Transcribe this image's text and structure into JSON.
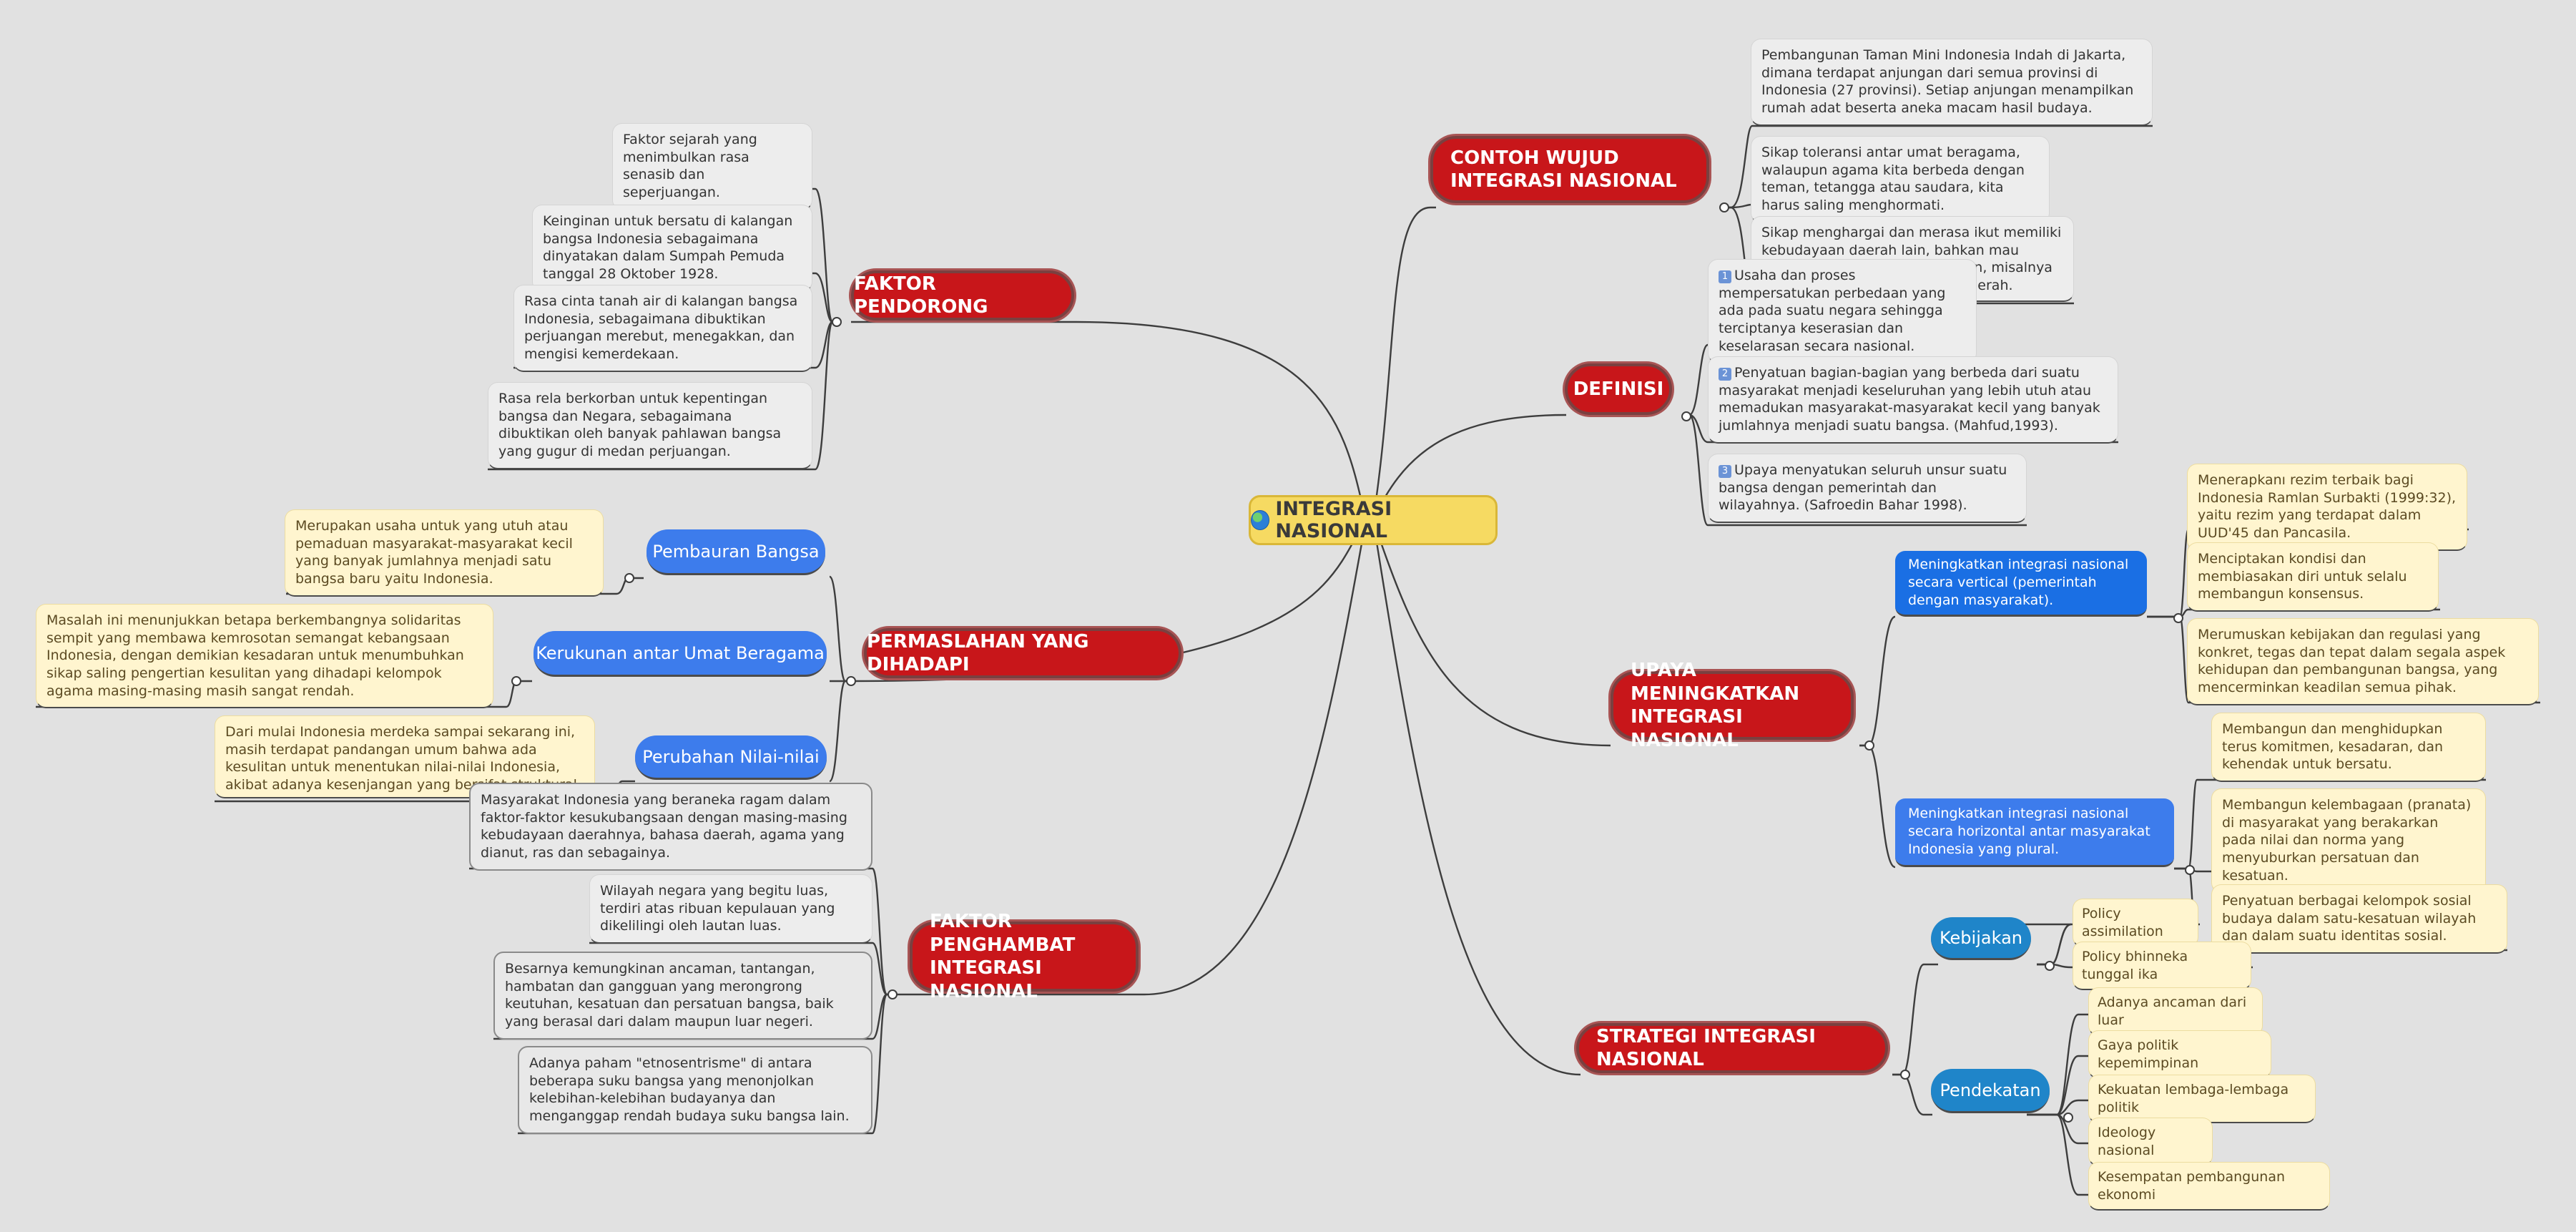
{
  "central": {
    "title": "INTEGRASI NASIONAL",
    "icon": "globe-icon"
  },
  "colors": {
    "background": "#e1e1e1",
    "central": "#f6da62",
    "main_topic": "#c8161a",
    "subtopic": "#3d7cec",
    "note": "#fff5cf"
  },
  "contoh": {
    "title": "CONTOH WUJUD INTEGRASI NASIONAL",
    "items": [
      "Pembangunan Taman Mini Indonesia Indah di Jakarta, dimana terdapat anjungan dari semua provinsi di Indonesia (27 provinsi). Setiap anjungan menampilkan rumah adat beserta aneka macam hasil budaya.",
      "Sikap toleransi antar umat beragama, walaupun agama kita berbeda dengan teman, tetangga atau saudara, kita harus saling menghormati.",
      "Sikap menghargai dan merasa ikut memiliki kebudayaan daerah lain, bahkan mau mempelajari budaya daerah lain, misalnya lagu-lagu daerah atau tarian daerah."
    ]
  },
  "definisi": {
    "title": "DEFINISI",
    "items": [
      {
        "num": "1",
        "text": "Usaha dan proses mempersatukan perbedaan yang ada pada suatu negara sehingga terciptanya keserasian dan keselarasan secara nasional."
      },
      {
        "num": "2",
        "text": "Penyatuan bagian-bagian yang berbeda dari suatu masyarakat menjadi keseluruhan yang lebih utuh atau memadukan masyarakat-masyarakat kecil yang banyak jumlahnya menjadi suatu bangsa. (Mahfud,1993)."
      },
      {
        "num": "3",
        "text": "Upaya menyatukan seluruh unsur suatu bangsa dengan pemerintah dan wilayahnya. (Safroedin Bahar 1998)."
      }
    ]
  },
  "upaya": {
    "title": "UPAYA MENINGKATKAN INTEGRASI NASIONAL",
    "vertical": {
      "label": "Meningkatkan integrasi nasional secara vertical (pemerintah dengan masyarakat).",
      "items": [
        "Menerapkanı rezim terbaik bagi Indonesia Ramlan Surbakti (1999:32), yaitu rezim yang terdapat dalam UUD'45 dan Pancasila.",
        "Menciptakan kondisi dan membiasakan diri untuk selalu membangun konsensus.",
        "Merumuskan kebijakan dan regulasi yang konkret, tegas dan tepat dalam segala aspek kehidupan dan pembangunan bangsa, yang mencerminkan keadilan semua pihak."
      ]
    },
    "horizontal": {
      "label": "Meningkatkan integrasi nasional secara horizontal antar masyarakat Indonesia yang plural.",
      "items": [
        "Membangun dan menghidupkan terus komitmen, kesadaran, dan kehendak untuk bersatu.",
        "Membangun kelembagaan (pranata) di masyarakat yang berakarkan pada nilai dan norma yang menyuburkan persatuan dan kesatuan.",
        "Penyatuan berbagai kelompok sosial budaya dalam satu-kesatuan wilayah dan dalam suatu identitas sosial."
      ]
    }
  },
  "strategi": {
    "title": "STRATEGI INTEGRASI NASIONAL",
    "kebijakan": {
      "label": "Kebijakan",
      "items": [
        "Policy assimilation",
        "Policy bhinneka tunggal ika"
      ]
    },
    "pendekatan": {
      "label": "Pendekatan",
      "items": [
        "Adanya ancaman dari luar",
        "Gaya politik kepemimpinan",
        "Kekuatan lembaga-lembaga politik",
        "Ideology nasional",
        "Kesempatan pembangunan ekonomi"
      ]
    }
  },
  "faktor_pendorong": {
    "title": "FAKTOR PENDORONG",
    "items": [
      "Faktor sejarah yang menimbulkan rasa senasib dan seperjuangan.",
      "Keinginan untuk bersatu di kalangan bangsa Indonesia sebagaimana dinyatakan dalam Sumpah Pemuda tanggal 28 Oktober 1928.",
      "Rasa cinta tanah air di kalangan bangsa Indonesia, sebagaimana dibuktikan perjuangan merebut, menegakkan, dan mengisi kemerdekaan.",
      "Rasa rela berkorban untuk kepentingan bangsa dan Negara, sebagaimana dibuktikan oleh banyak pahlawan bangsa yang gugur di medan perjuangan."
    ]
  },
  "permasalahan": {
    "title": "PERMASLAHAN YANG DIHADAPI",
    "subs": [
      {
        "label": "Pembauran Bangsa",
        "note": "Merupakan usaha untuk yang utuh atau pemaduan masyarakat-masyarakat kecil yang banyak jumlahnya menjadi satu bangsa baru yaitu Indonesia."
      },
      {
        "label": "Kerukunan antar Umat Beragama",
        "note": "Masalah ini menunjukkan betapa berkembangnya solidaritas sempit yang membawa kemrosotan semangat kebangsaan Indonesia, dengan demikian kesadaran untuk menumbuhkan sikap saling pengertian kesulitan yang dihadapi kelompok agama masing-masing masih sangat rendah."
      },
      {
        "label": "Perubahan Nilai-nilai",
        "note": "Dari mulai Indonesia merdeka sampai sekarang ini, masih terdapat pandangan umum bahwa ada kesulitan untuk menentukan nilai-nilai Indonesia, akibat adanya kesenjangan yang bersifat struktural dalam masyarakat."
      }
    ]
  },
  "penghambat": {
    "title": "FAKTOR PENGHAMBAT INTEGRASI NASIONAL",
    "items": [
      "Masyarakat Indonesia yang beraneka ragam dalam faktor-faktor kesukubangsaan dengan  masing-masing kebudayaan daerahnya, bahasa daerah, agama yang dianut, ras dan sebagainya.",
      "Wilayah negara yang begitu luas, terdiri atas ribuan kepulauan yang dikelilingi oleh lautan luas.",
      "Besarnya kemungkinan ancaman, tantangan, hambatan dan gangguan yang merongrong keutuhan, kesatuan dan persatuan bangsa, baik yang berasal dari dalam maupun luar negeri.",
      "Adanya paham \"etnosentrisme\" di antara beberapa suku bangsa yang menonjolkan kelebihan-kelebihan budayanya dan menganggap rendah budaya suku bangsa lain."
    ]
  }
}
